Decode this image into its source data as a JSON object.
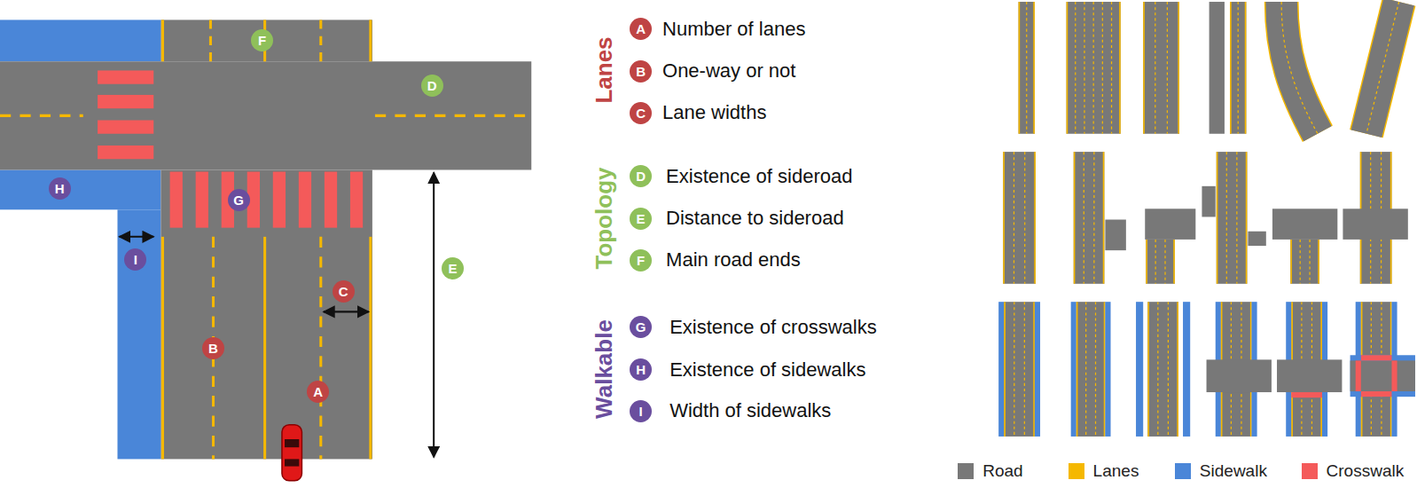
{
  "diagram": {
    "nodes": [
      {
        "text": [
          "F"
        ]
      },
      {
        "text": [
          "D"
        ]
      },
      {
        "text": [
          "H"
        ]
      },
      {
        "text": [
          "G"
        ]
      },
      {
        "text": [
          "I"
        ]
      },
      {
        "text": [
          "E"
        ]
      },
      {
        "text": [
          "C"
        ]
      },
      {
        "text": [
          "B"
        ]
      },
      {
        "text": [
          "A"
        ]
      },
      {
        "text": [
          "A"
        ]
      },
      {
        "text": [
          "B"
        ]
      },
      {
        "text": [
          "C"
        ]
      },
      {
        "text": [
          "D"
        ]
      },
      {
        "text": [
          "E"
        ]
      },
      {
        "text": [
          "F"
        ]
      },
      {
        "text": [
          "G"
        ]
      },
      {
        "text": [
          "H"
        ]
      },
      {
        "text": [
          "I"
        ]
      }
    ],
    "labels": [
      "Lanes",
      "Number of lanes",
      "One-way or not",
      "Lane widths",
      "Topology",
      "Existence of sideroad",
      "Distance to sideroad",
      "Main road ends",
      "Walkable",
      "Existence of crosswalks",
      "Existence of sidewalks",
      "Width of sidewalks"
    ],
    "legend": [
      {
        "text": "Road",
        "color": "#787878"
      },
      {
        "text": "Lanes",
        "color": "#f5b800"
      },
      {
        "text": "Sidewalk",
        "color": "#4a86d8"
      },
      {
        "text": "Crosswalk",
        "color": "#f45a5a"
      }
    ]
  }
}
